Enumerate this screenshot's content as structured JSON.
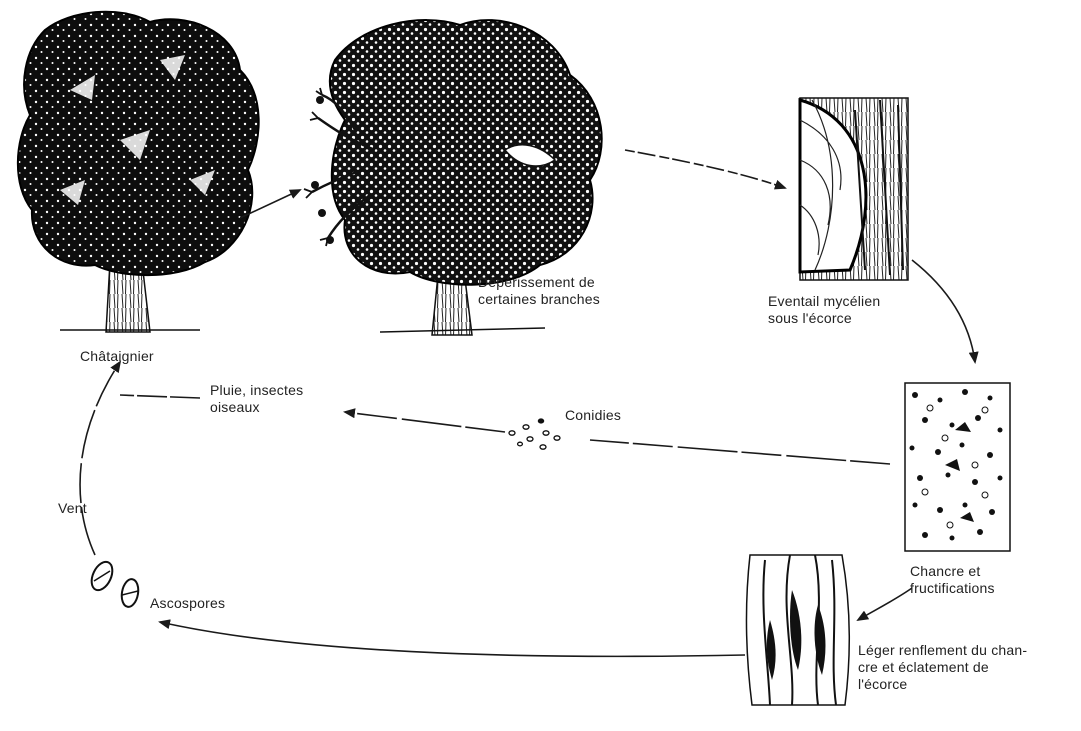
{
  "labels": {
    "chataignier": "Châtaignier",
    "deperissement": "Dépérissement de\ncertaines branches",
    "eventail": "Eventail mycélien\nsous l'écorce",
    "pluie": "Pluie, insectes\noiseaux",
    "conidies": "Conidies",
    "vent": "Vent",
    "chancre": "Chancre et\nfructifications",
    "ascospores": "Ascospores",
    "leger": "Léger renflement du chan-\ncre et éclatement de\nl'écorce"
  },
  "colors": {
    "ink": "#1a1a1a",
    "paper": "#ffffff"
  }
}
